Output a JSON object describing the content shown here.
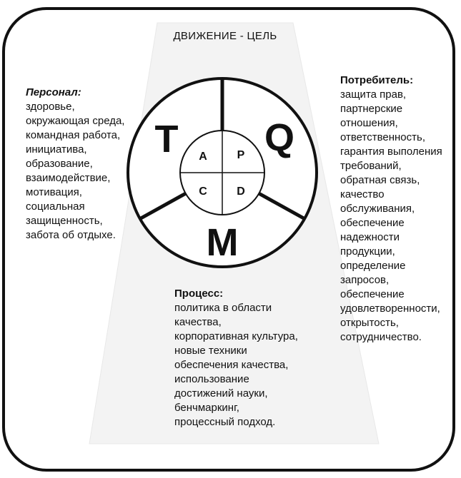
{
  "top_label": "ДВИЖЕНИЕ - ЦЕЛЬ",
  "wheel": {
    "outer_letters": [
      "T",
      "Q",
      "M"
    ],
    "inner_letters": [
      "A",
      "P",
      "C",
      "D"
    ]
  },
  "personnel": {
    "title": "Персонал:",
    "items": [
      "здоровье,",
      "окружающая среда,",
      "командная работа,",
      "инициатива,",
      "образование,",
      "взаимодействие,",
      "мотивация,",
      "социальная",
      "защищенность,",
      "забота об отдыхе."
    ]
  },
  "consumer": {
    "title": "Потребитель:",
    "items": [
      "защита прав,",
      "партнерские",
      "отношения,",
      "ответственность,",
      "гарантия выполения",
      "требований,",
      "обратная связь,",
      "качество",
      "обслуживания,",
      "обеспечение",
      "надежности",
      "продукции,",
      "определение",
      "запросов,",
      "обеспечение",
      "удовлетворенности,",
      "открытость,",
      "сотрудничество."
    ]
  },
  "process": {
    "title": "Процесс:",
    "items": [
      "политика в области",
      "качества,",
      "корпоративная культура,",
      "новые техники",
      "обеспечения качества,",
      "использование",
      "достижений науки,",
      "бенчмаркинг,",
      "процессный подход."
    ]
  }
}
